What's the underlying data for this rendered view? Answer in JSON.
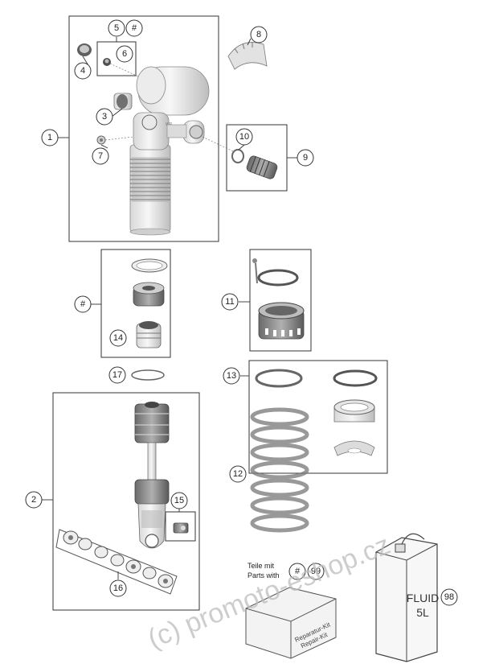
{
  "callouts": {
    "c1": "1",
    "c2": "2",
    "c3": "3",
    "c4": "4",
    "c5": "5",
    "c5h": "#",
    "c6": "6",
    "c7": "7",
    "c8": "8",
    "c9": "9",
    "c10": "10",
    "c11": "11",
    "c12": "12",
    "c13": "13",
    "c14": "14",
    "c14h": "#",
    "c15": "15",
    "c16": "16",
    "c17": "17",
    "c98": "98",
    "c99": "99",
    "c99h": "#"
  },
  "note": {
    "line1": "Teile mit",
    "line2": "Parts with"
  },
  "repair_box": {
    "line1": "Reparatur-Kit",
    "line2": "Repair-Kit"
  },
  "fluid_can": {
    "line1": "FLUID",
    "line2": "5L"
  },
  "watermark": "(c) promoto-eshop.cz"
}
